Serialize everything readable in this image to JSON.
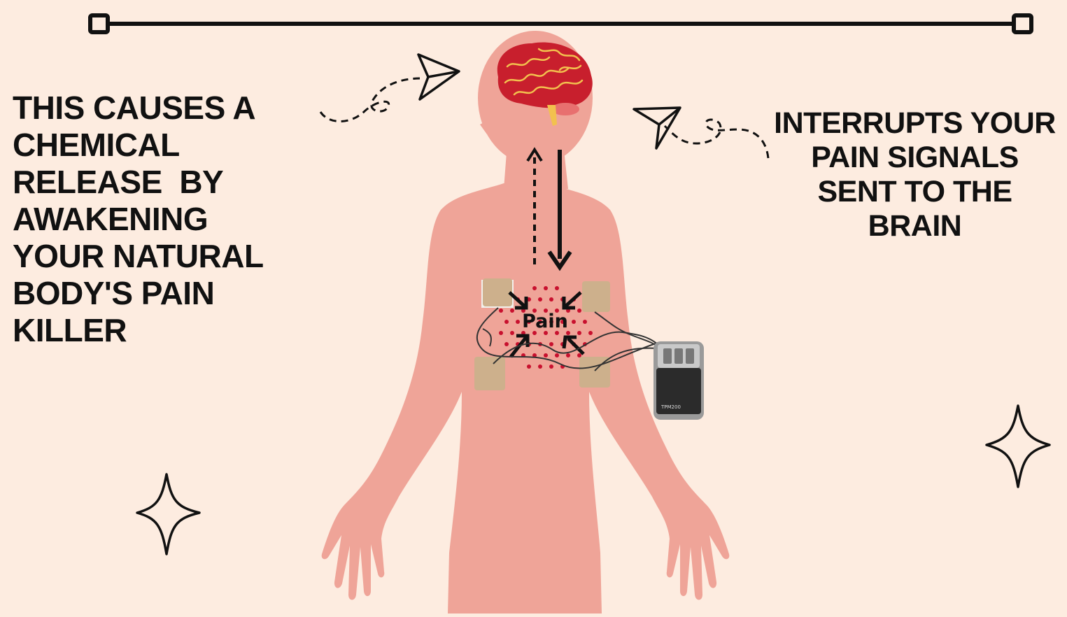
{
  "captions": {
    "left": [
      "THIS CAUSES A",
      "CHEMICAL",
      "RELEASE  BY",
      "AWAKENING",
      "YOUR NATURAL",
      "BODY'S PAIN",
      "KILLER"
    ],
    "right": [
      "INTERRUPTS YOUR",
      "PAIN SIGNALS",
      "SENT TO THE",
      "BRAIN"
    ]
  },
  "pain_label": "Pain",
  "device_label": "TPM200",
  "icons": {
    "top_slider": "line-with-square-handles",
    "left_plane": "paper-plane-icon",
    "right_plane": "paper-plane-icon",
    "sparkles": "four-point-star-icon",
    "brain": "brain-icon",
    "tens_unit": "tens-device-icon"
  },
  "colors": {
    "background": "#fdece0",
    "body": "#efa498",
    "brain": "#c81f2d",
    "brain_veins": "#f2c14e",
    "pain_dots": "#c8102e",
    "text": "#111111",
    "electrode": "#cdb08c"
  }
}
